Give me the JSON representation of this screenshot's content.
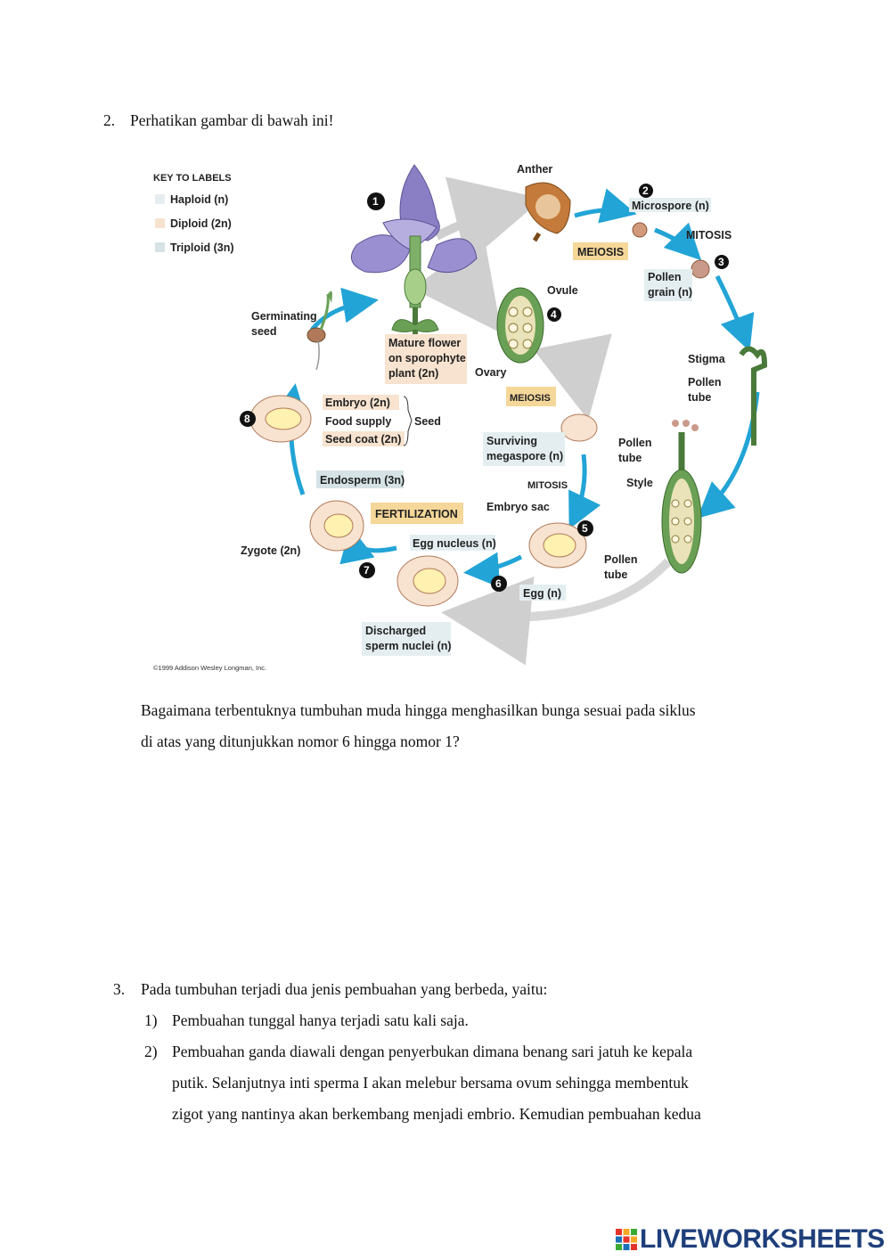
{
  "question2": {
    "number": "2.",
    "prompt": "Perhatikan gambar di bawah ini!",
    "question_line1": "Bagaimana terbentuknya tumbuhan muda hingga menghasilkan bunga sesuai pada siklus",
    "question_line2": "di atas yang ditunjukkan nomor 6 hingga nomor 1?"
  },
  "diagram": {
    "key_title": "KEY TO LABELS",
    "key_haploid": "Haploid (n)",
    "key_diploid": "Diploid (2n)",
    "key_triploid": "Triploid (3n)",
    "step1": "1",
    "step2": "2",
    "step3": "3",
    "step4": "4",
    "step5": "5",
    "step6": "6",
    "step7": "7",
    "step8": "8",
    "anther": "Anther",
    "microspore": "Microspore (n)",
    "meiosis_top": "MEIOSIS",
    "mitosis_top": "MITOSIS",
    "pollen_grain_1": "Pollen",
    "pollen_grain_2": "grain (n)",
    "ovule": "Ovule",
    "ovary": "Ovary",
    "mature_flower_1": "Mature flower",
    "mature_flower_2": "on sporophyte",
    "mature_flower_3": "plant (2n)",
    "germinating_1": "Germinating",
    "germinating_2": "seed",
    "stigma": "Stigma",
    "pollen_tube_a1": "Pollen",
    "pollen_tube_a2": "tube",
    "meiosis_mid": "MEIOSIS",
    "surviving_1": "Surviving",
    "surviving_2": "megaspore (n)",
    "mitosis_mid": "MITOSIS",
    "embryo_sac": "Embryo sac",
    "pollen_tube_b1": "Pollen",
    "pollen_tube_b2": "tube",
    "style": "Style",
    "embryo": "Embryo (2n)",
    "food_supply": "Food supply",
    "seed_coat": "Seed coat (2n)",
    "seed": "Seed",
    "endosperm": "Endosperm (3n)",
    "fertilization": "FERTILIZATION",
    "zygote": "Zygote (2n)",
    "egg_nucleus": "Egg nucleus (n)",
    "pollen_tube_c1": "Pollen",
    "pollen_tube_c2": "tube",
    "egg": "Egg (n)",
    "discharged_1": "Discharged",
    "discharged_2": "sperm nuclei (n)",
    "copyright": "©1999 Addison Wesley Longman, Inc.",
    "colors": {
      "haploid": "#e4eef0",
      "diploid": "#f7e3cf",
      "triploid": "#d5e2e6",
      "arrow": "#22a4d6",
      "label_box": "#f5d79a"
    }
  },
  "question3": {
    "number": "3.",
    "prompt": "Pada tumbuhan terjadi dua jenis pembuahan yang berbeda, yaitu:",
    "item1_num": "1)",
    "item1": "Pembuahan tunggal hanya terjadi satu kali saja.",
    "item2_num": "2)",
    "item2_line1": "Pembuahan ganda diawali dengan penyerbukan dimana benang sari jatuh ke kepala",
    "item2_line2": "putik. Selanjutnya inti sperma I akan melebur bersama ovum sehingga membentuk",
    "item2_line3": "zigot yang nantinya akan berkembang menjadi embrio. Kemudian pembuahan kedua"
  },
  "footer": {
    "brand": "LIVEWORKSHEETS",
    "brand_icon": "liveworksheets-logo-icon"
  }
}
